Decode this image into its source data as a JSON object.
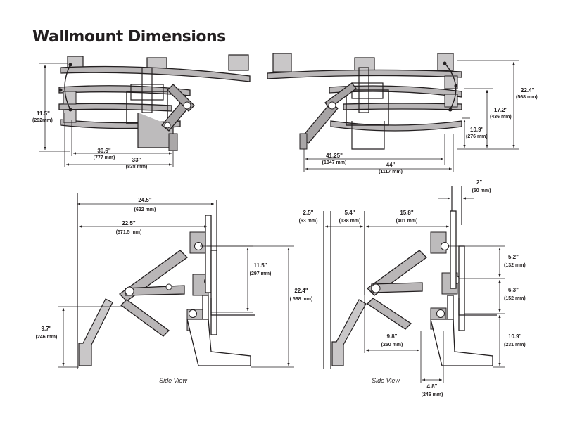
{
  "title": "Wallmount Dimensions",
  "top_left": {
    "d1": {
      "in": "11.5\"",
      "mm": "(292mm)"
    },
    "d2": {
      "in": "30.6\"",
      "mm": "(777 mm)"
    },
    "d3": {
      "in": "33\"",
      "mm": "(838 mm)"
    }
  },
  "top_right": {
    "d1": {
      "in": "22.4\"",
      "mm": "(568 mm)"
    },
    "d2": {
      "in": "17.2\"",
      "mm": "(436 mm)"
    },
    "d3": {
      "in": "10.9\"",
      "mm": "(276 mm)"
    },
    "d4": {
      "in": "41.25\"",
      "mm": "(1047 mm)"
    },
    "d5": {
      "in": "44\"",
      "mm": "(1117 mm)"
    }
  },
  "side_left": {
    "d1": {
      "in": "24.5\"",
      "mm": "(622 mm)"
    },
    "d2": {
      "in": "22.5\"",
      "mm": "(571.5 mm)"
    },
    "d3": {
      "in": "11.5\"",
      "mm": "(297 mm)"
    },
    "d4": {
      "in": "22.4\"",
      "mm": "( 568 mm)"
    },
    "d5": {
      "in": "9.7\"",
      "mm": "(246 mm)"
    },
    "caption": "Side View"
  },
  "side_right": {
    "d1": {
      "in": "2\"",
      "mm": "(50 mm)"
    },
    "d2": {
      "in": "2.5\"",
      "mm": "(63 mm)"
    },
    "d3": {
      "in": "5.4\"",
      "mm": "(138 mm)"
    },
    "d4": {
      "in": "15.8\"",
      "mm": "(401 mm)"
    },
    "d5": {
      "in": "5.2\"",
      "mm": "(132 mm)"
    },
    "d6": {
      "in": "6.3\"",
      "mm": "(152 mm)"
    },
    "d7": {
      "in": "10.9\"",
      "mm": "(231 mm)"
    },
    "d8": {
      "in": "9.8\"",
      "mm": "(250 mm)"
    },
    "d9": {
      "in": "4.8\"",
      "mm": "(246 mm)"
    },
    "caption": "Side View"
  }
}
